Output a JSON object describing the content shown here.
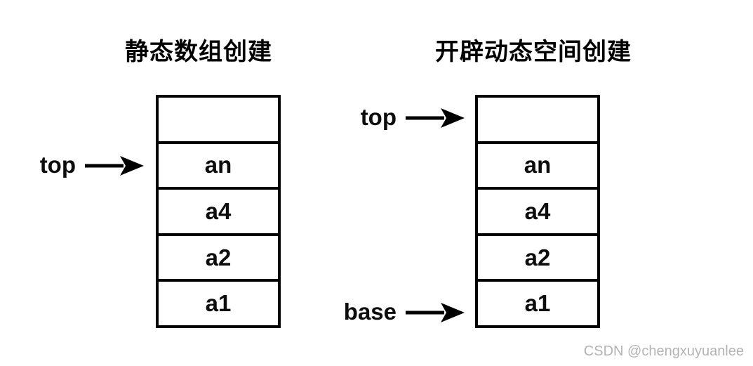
{
  "colors": {
    "line": "#000000",
    "background": "#ffffff",
    "watermark_text": "#b3b3b3"
  },
  "watermark": "CSDN @chengxuyuanlee",
  "diagrams": [
    {
      "title": "静态数组创建",
      "cells": [
        "",
        "an",
        "a4",
        "a2",
        "a1"
      ],
      "pointers": [
        {
          "label": "top",
          "points_to_cell_index": 1
        }
      ]
    },
    {
      "title": "开辟动态空间创建",
      "cells": [
        "",
        "an",
        "a4",
        "a2",
        "a1"
      ],
      "pointers": [
        {
          "label": "top",
          "points_to_cell_index": 0
        },
        {
          "label": "base",
          "points_to_cell_index": 4
        }
      ]
    }
  ]
}
